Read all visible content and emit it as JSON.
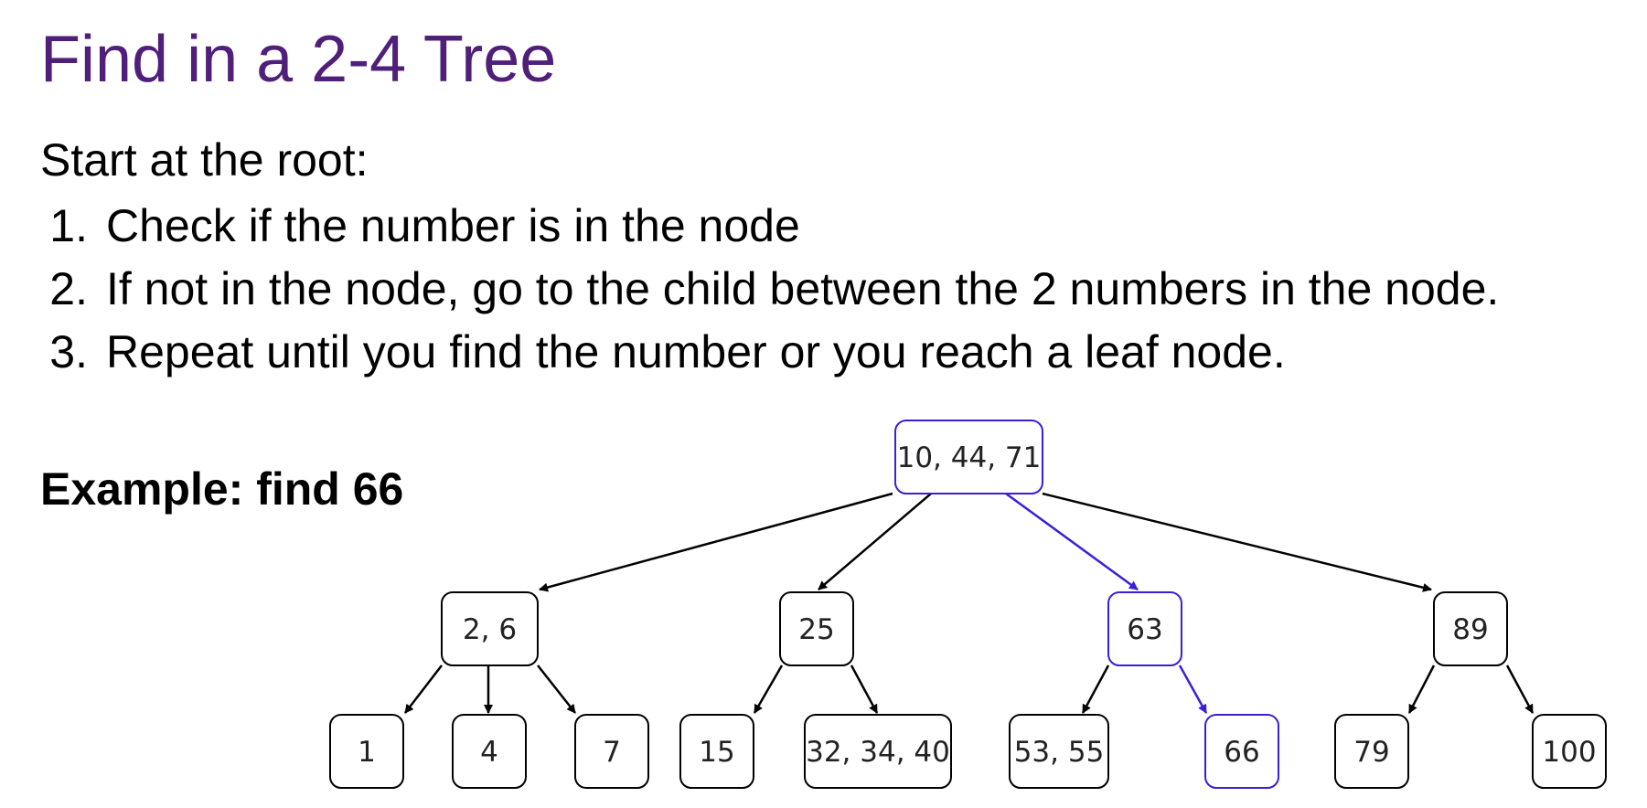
{
  "slide": {
    "title": "Find in a 2-4 Tree",
    "intro": "Start at the root:",
    "steps": [
      {
        "number": "1.",
        "text": "Check if the number is in the node"
      },
      {
        "number": "2.",
        "text": "If not in the node, go to the child between the 2 numbers in the node."
      },
      {
        "number": "3.",
        "text": "Repeat until you find the number or you reach a leaf node."
      }
    ],
    "example": "Example: find 66"
  },
  "tree": {
    "nodes": {
      "root": {
        "label": "10, 44, 71",
        "highlighted": true
      },
      "n26": {
        "label": "2, 6",
        "highlighted": false
      },
      "n25": {
        "label": "25",
        "highlighted": false
      },
      "n63": {
        "label": "63",
        "highlighted": true
      },
      "n89": {
        "label": "89",
        "highlighted": false
      },
      "l1": {
        "label": "1",
        "highlighted": false
      },
      "l4": {
        "label": "4",
        "highlighted": false
      },
      "l7": {
        "label": "7",
        "highlighted": false
      },
      "l15": {
        "label": "15",
        "highlighted": false
      },
      "l32": {
        "label": "32, 34, 40",
        "highlighted": false
      },
      "l53": {
        "label": "53, 55",
        "highlighted": false
      },
      "l66": {
        "label": "66",
        "highlighted": true
      },
      "l79": {
        "label": "79",
        "highlighted": false
      },
      "l100": {
        "label": "100",
        "highlighted": false
      }
    },
    "colors": {
      "normal": "#000000",
      "highlight": "#3b1fd6",
      "title": "#4f1f7a"
    }
  }
}
